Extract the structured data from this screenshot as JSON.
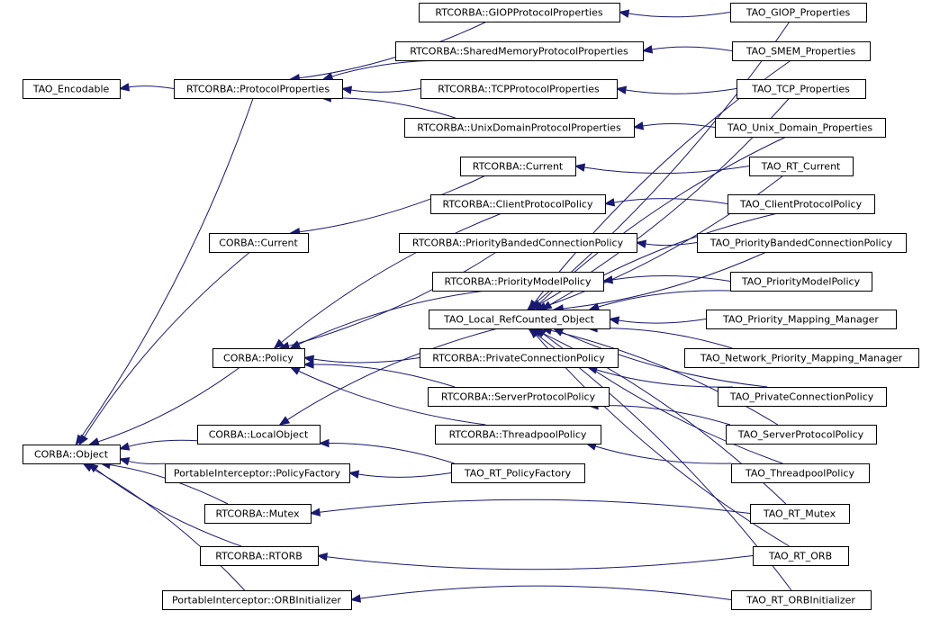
{
  "nodes": {
    "tao_encodable": "TAO_Encodable",
    "corba_object": "CORBA::Object",
    "protocol_properties": "RTCORBA::ProtocolProperties",
    "corba_current": "CORBA::Current",
    "corba_policy": "CORBA::Policy",
    "corba_localobject": "CORBA::LocalObject",
    "pi_policyfactory": "PortableInterceptor::PolicyFactory",
    "rtcorba_mutex": "RTCORBA::Mutex",
    "rtcorba_rtorb": "RTCORBA::RTORB",
    "pi_orbinitializer": "PortableInterceptor::ORBInitializer",
    "giop_props": "RTCORBA::GIOPProtocolProperties",
    "shmem_props": "RTCORBA::SharedMemoryProtocolProperties",
    "tcp_props": "RTCORBA::TCPProtocolProperties",
    "unix_props": "RTCORBA::UnixDomainProtocolProperties",
    "rtcorba_current": "RTCORBA::Current",
    "client_policy": "RTCORBA::ClientProtocolPolicy",
    "banded_policy": "RTCORBA::PriorityBandedConnectionPolicy",
    "model_policy": "RTCORBA::PriorityModelPolicy",
    "local_refcounted": "TAO_Local_RefCounted_Object",
    "private_policy": "RTCORBA::PrivateConnectionPolicy",
    "server_policy": "RTCORBA::ServerProtocolPolicy",
    "threadpool_policy": "RTCORBA::ThreadpoolPolicy",
    "tao_rt_policyfactory": "TAO_RT_PolicyFactory",
    "tao_giop": "TAO_GIOP_Properties",
    "tao_smem": "TAO_SMEM_Properties",
    "tao_tcp": "TAO_TCP_Properties",
    "tao_unix": "TAO_Unix_Domain_Properties",
    "tao_rt_current": "TAO_RT_Current",
    "tao_client_policy": "TAO_ClientProtocolPolicy",
    "tao_banded_policy": "TAO_PriorityBandedConnectionPolicy",
    "tao_model_policy": "TAO_PriorityModelPolicy",
    "tao_mapping_mgr": "TAO_Priority_Mapping_Manager",
    "tao_net_mapping_mgr": "TAO_Network_Priority_Mapping_Manager",
    "tao_private_policy": "TAO_PrivateConnectionPolicy",
    "tao_server_policy": "TAO_ServerProtocolPolicy",
    "tao_threadpool_policy": "TAO_ThreadpoolPolicy",
    "tao_rt_mutex": "TAO_RT_Mutex",
    "tao_rt_orb": "TAO_RT_ORB",
    "tao_rt_orbinitializer": "TAO_RT_ORBInitializer"
  },
  "edges": [
    [
      "protocol_properties",
      "tao_encodable"
    ],
    [
      "protocol_properties",
      "corba_object"
    ],
    [
      "corba_current",
      "corba_object"
    ],
    [
      "corba_policy",
      "corba_object"
    ],
    [
      "corba_localobject",
      "corba_object"
    ],
    [
      "pi_policyfactory",
      "corba_object"
    ],
    [
      "rtcorba_mutex",
      "corba_object"
    ],
    [
      "rtcorba_rtorb",
      "corba_object"
    ],
    [
      "pi_orbinitializer",
      "corba_object"
    ],
    [
      "giop_props",
      "protocol_properties"
    ],
    [
      "shmem_props",
      "protocol_properties"
    ],
    [
      "tcp_props",
      "protocol_properties"
    ],
    [
      "unix_props",
      "protocol_properties"
    ],
    [
      "rtcorba_current",
      "corba_current"
    ],
    [
      "client_policy",
      "corba_policy"
    ],
    [
      "banded_policy",
      "corba_policy"
    ],
    [
      "model_policy",
      "corba_policy"
    ],
    [
      "private_policy",
      "corba_policy"
    ],
    [
      "server_policy",
      "corba_policy"
    ],
    [
      "threadpool_policy",
      "corba_policy"
    ],
    [
      "local_refcounted",
      "corba_localobject"
    ],
    [
      "tao_rt_policyfactory",
      "pi_policyfactory"
    ],
    [
      "tao_rt_policyfactory",
      "corba_localobject"
    ],
    [
      "tao_giop",
      "giop_props"
    ],
    [
      "tao_smem",
      "shmem_props"
    ],
    [
      "tao_tcp",
      "tcp_props"
    ],
    [
      "tao_unix",
      "unix_props"
    ],
    [
      "tao_rt_current",
      "rtcorba_current"
    ],
    [
      "tao_client_policy",
      "client_policy"
    ],
    [
      "tao_banded_policy",
      "banded_policy"
    ],
    [
      "tao_model_policy",
      "model_policy"
    ],
    [
      "tao_private_policy",
      "private_policy"
    ],
    [
      "tao_server_policy",
      "server_policy"
    ],
    [
      "tao_threadpool_policy",
      "threadpool_policy"
    ],
    [
      "tao_rt_mutex",
      "rtcorba_mutex"
    ],
    [
      "tao_rt_orb",
      "rtcorba_rtorb"
    ],
    [
      "tao_rt_orbinitializer",
      "pi_orbinitializer"
    ],
    [
      "tao_giop",
      "local_refcounted"
    ],
    [
      "tao_smem",
      "local_refcounted"
    ],
    [
      "tao_tcp",
      "local_refcounted"
    ],
    [
      "tao_unix",
      "local_refcounted"
    ],
    [
      "tao_rt_current",
      "local_refcounted"
    ],
    [
      "tao_client_policy",
      "local_refcounted"
    ],
    [
      "tao_banded_policy",
      "local_refcounted"
    ],
    [
      "tao_model_policy",
      "local_refcounted"
    ],
    [
      "tao_mapping_mgr",
      "local_refcounted"
    ],
    [
      "tao_net_mapping_mgr",
      "local_refcounted"
    ],
    [
      "tao_private_policy",
      "local_refcounted"
    ],
    [
      "tao_server_policy",
      "local_refcounted"
    ],
    [
      "tao_threadpool_policy",
      "local_refcounted"
    ],
    [
      "tao_rt_mutex",
      "local_refcounted"
    ],
    [
      "tao_rt_orb",
      "local_refcounted"
    ],
    [
      "tao_rt_orbinitializer",
      "local_refcounted"
    ]
  ],
  "colors": {
    "edge": "#191970",
    "node_border": "#000000",
    "node_fill": "#ffffff"
  }
}
